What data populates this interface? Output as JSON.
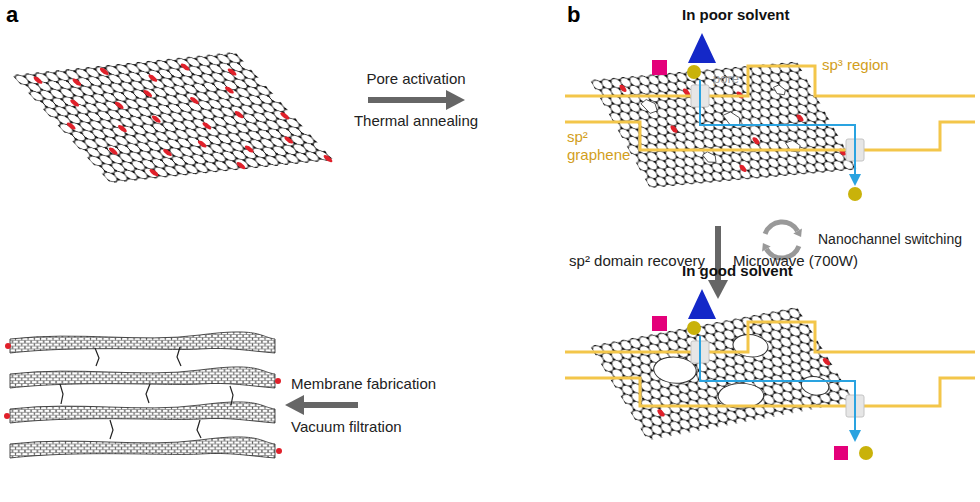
{
  "diagram": {
    "labels": [
      "a",
      "Pore activation",
      "Thermal annealing",
      "sp² domain recovery",
      "Microwave (700W)",
      "Membrane fabrication",
      "Vacuum filtration",
      "b",
      "In poor solvent",
      "pore",
      "sp³ region",
      "sp² graphene",
      "Nanochannel switching",
      "In good solvent"
    ]
  }
}
